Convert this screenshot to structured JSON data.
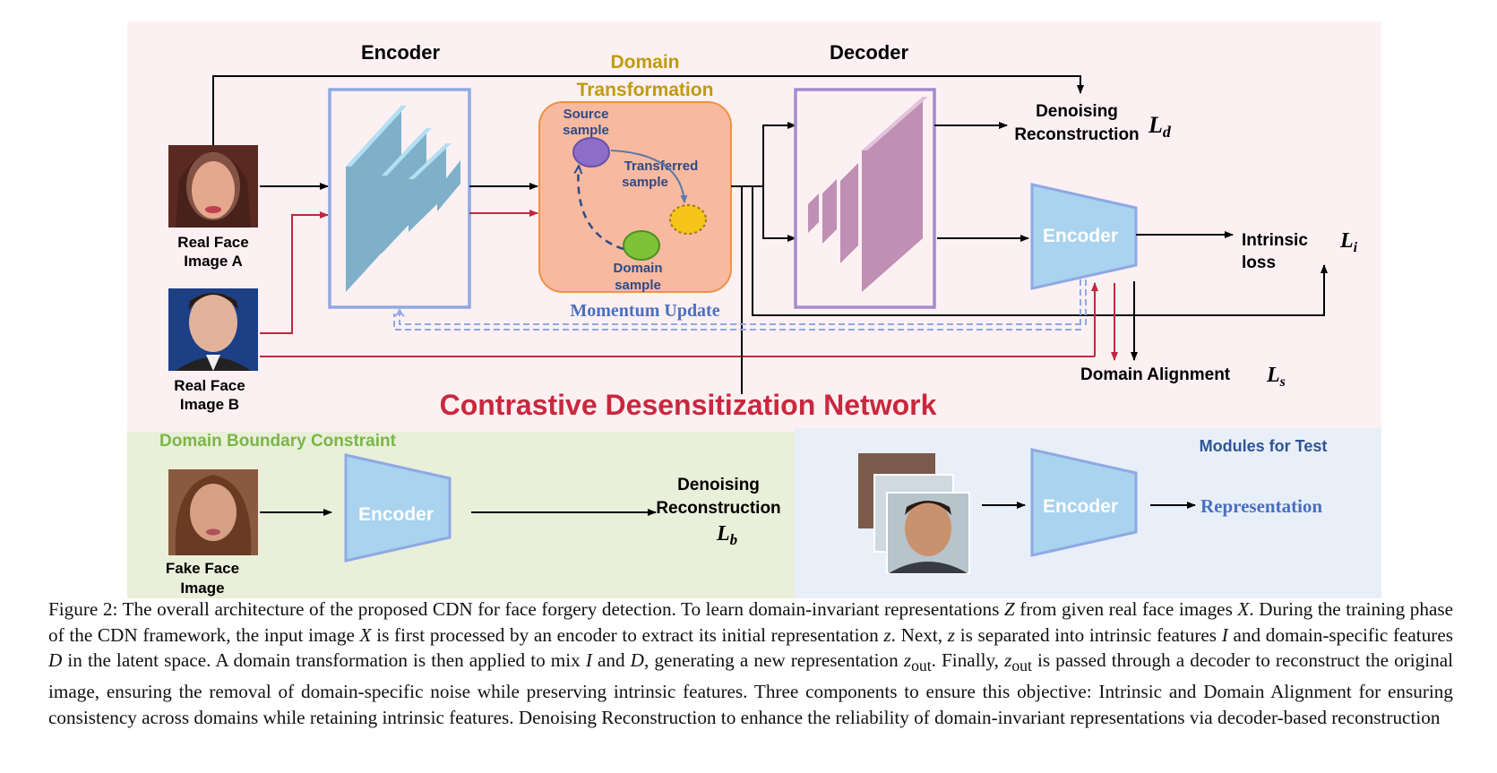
{
  "diagram": {
    "labels": {
      "encoder_title": "Encoder",
      "domain_title_1": "Domain",
      "domain_title_2": "Transformation",
      "decoder_title": "Decoder",
      "source_sample_1": "Source",
      "source_sample_2": "sample",
      "transferred_sample_1": "Transferred",
      "transferred_sample_2": "sample",
      "domain_sample_1": "Domain",
      "domain_sample_2": "sample",
      "momentum_update": "Momentum Update",
      "denoising_1": "Denoising",
      "denoising_2": "Reconstruction",
      "loss_d": "L",
      "loss_d_sub": "d",
      "encoder_block": "Encoder",
      "intrinsic_1": "Intrinsic",
      "intrinsic_2": "loss",
      "loss_i": "L",
      "loss_i_sub": "i",
      "domain_alignment": "Domain Alignment",
      "loss_s": "L",
      "loss_s_sub": "s",
      "real_a_1": "Real Face",
      "real_a_2": "Image A",
      "real_b_1": "Real Face",
      "real_b_2": "Image B",
      "network_title": "Contrastive Desensitization Network",
      "boundary_title": "Domain Boundary Constraint",
      "fake_1": "Fake Face",
      "fake_2": "Image",
      "boundary_encoder": "Encoder",
      "boundary_denoising_1": "Denoising",
      "boundary_denoising_2": "Reconstruction",
      "loss_b": "L",
      "loss_b_sub": "b",
      "test_title": "Modules for Test",
      "test_encoder": "Encoder",
      "representation": "Representation"
    },
    "colors": {
      "top_panel": "#fcf0f2",
      "boundary_panel": "#e9efd9",
      "test_panel": "#e8eff8",
      "encoder_fill": "#a9d3ee",
      "encoder_border": "#8fa9e4",
      "domain_box": "#f7b9a0",
      "domain_border": "#ef9245",
      "decoder_border": "#a58bcf",
      "decoder_fill": "#bf8fb4",
      "red_arrow": "#c0283e",
      "title_red": "#c8283e",
      "green_text": "#7ab648",
      "blue_text": "#2f5597",
      "gold_text": "#c09b0e"
    },
    "icons": [
      "face-photo-icon",
      "stack-icon",
      "trapezoid-encoder-icon"
    ]
  },
  "caption": {
    "lead": "Figure 2: The overall architecture of the proposed CDN for face forgery detection. To learn domain-invariant representations ",
    "Z": "Z",
    "p1": " from given real face images ",
    "X": "X",
    "p2": ". During the training phase of the CDN framework, the input image ",
    "X2": "X",
    "p3": " is first processed by an encoder to extract its initial representation ",
    "z": "z",
    "p4": ". Next, ",
    "z2": "z",
    "p5": " is separated into intrinsic features ",
    "I": "I",
    "p6": " and domain-specific features ",
    "D": "D",
    "p7": " in the latent space. A domain transformation is then applied to mix ",
    "I2": "I",
    "p8": " and ",
    "D2": "D",
    "p9": ", generating a new representation ",
    "zout": "z",
    "zout_sub": "out",
    "p10": ". Finally, ",
    "zout2": "z",
    "zout2_sub": "out",
    "p11": " is passed through a decoder to reconstruct the original image, ensuring the removal of domain-specific noise while preserving intrinsic features. Three components to ensure this objective: Intrinsic and Domain Alignment for ensuring consistency across domains while retaining intrinsic features. Denoising Reconstruction to enhance the reliability of domain-invariant representations via decoder-based reconstruction"
  }
}
